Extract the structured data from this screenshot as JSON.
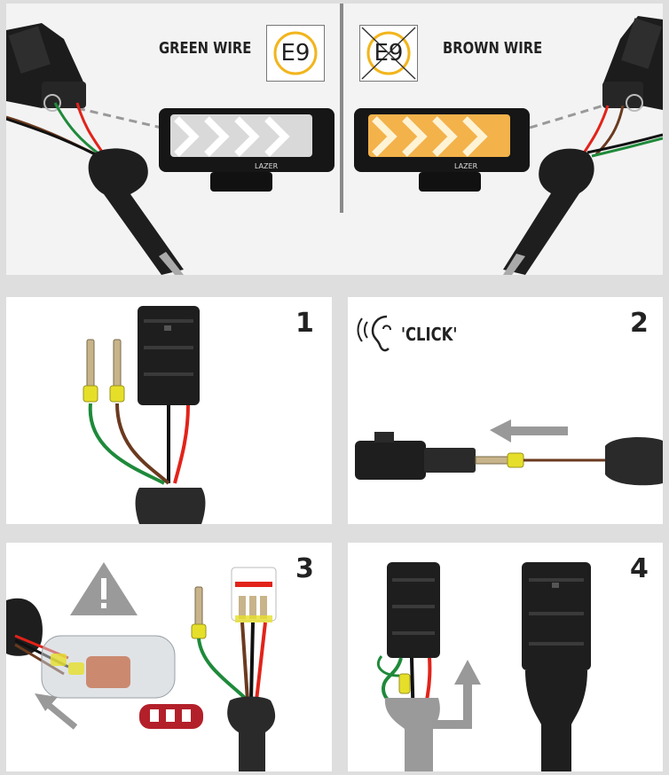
{
  "header": {
    "green_wire_label": "GREEN WIRE",
    "brown_wire_label": "BROWN WIRE",
    "approval_mark_left": "E9",
    "approval_mark_right": "E9",
    "lamp_brand_text": "LAZER"
  },
  "steps": [
    {
      "number": "1"
    },
    {
      "number": "2",
      "sound_text": "'CLICK'"
    },
    {
      "number": "3"
    },
    {
      "number": "4"
    }
  ],
  "colors": {
    "badge_ring": "#f2b51c",
    "wire_green": "#1e8a3a",
    "wire_brown": "#6b3a1f",
    "wire_red": "#e2231a",
    "wire_black": "#111111",
    "seal_yellow": "#e6df2a",
    "warm_light": "#f3b24a",
    "clip_red": "#b3202a"
  },
  "icons": [
    "ear-sound-icon",
    "warning-triangle-icon",
    "arrow-left-icon",
    "arrow-up-right-icon"
  ]
}
